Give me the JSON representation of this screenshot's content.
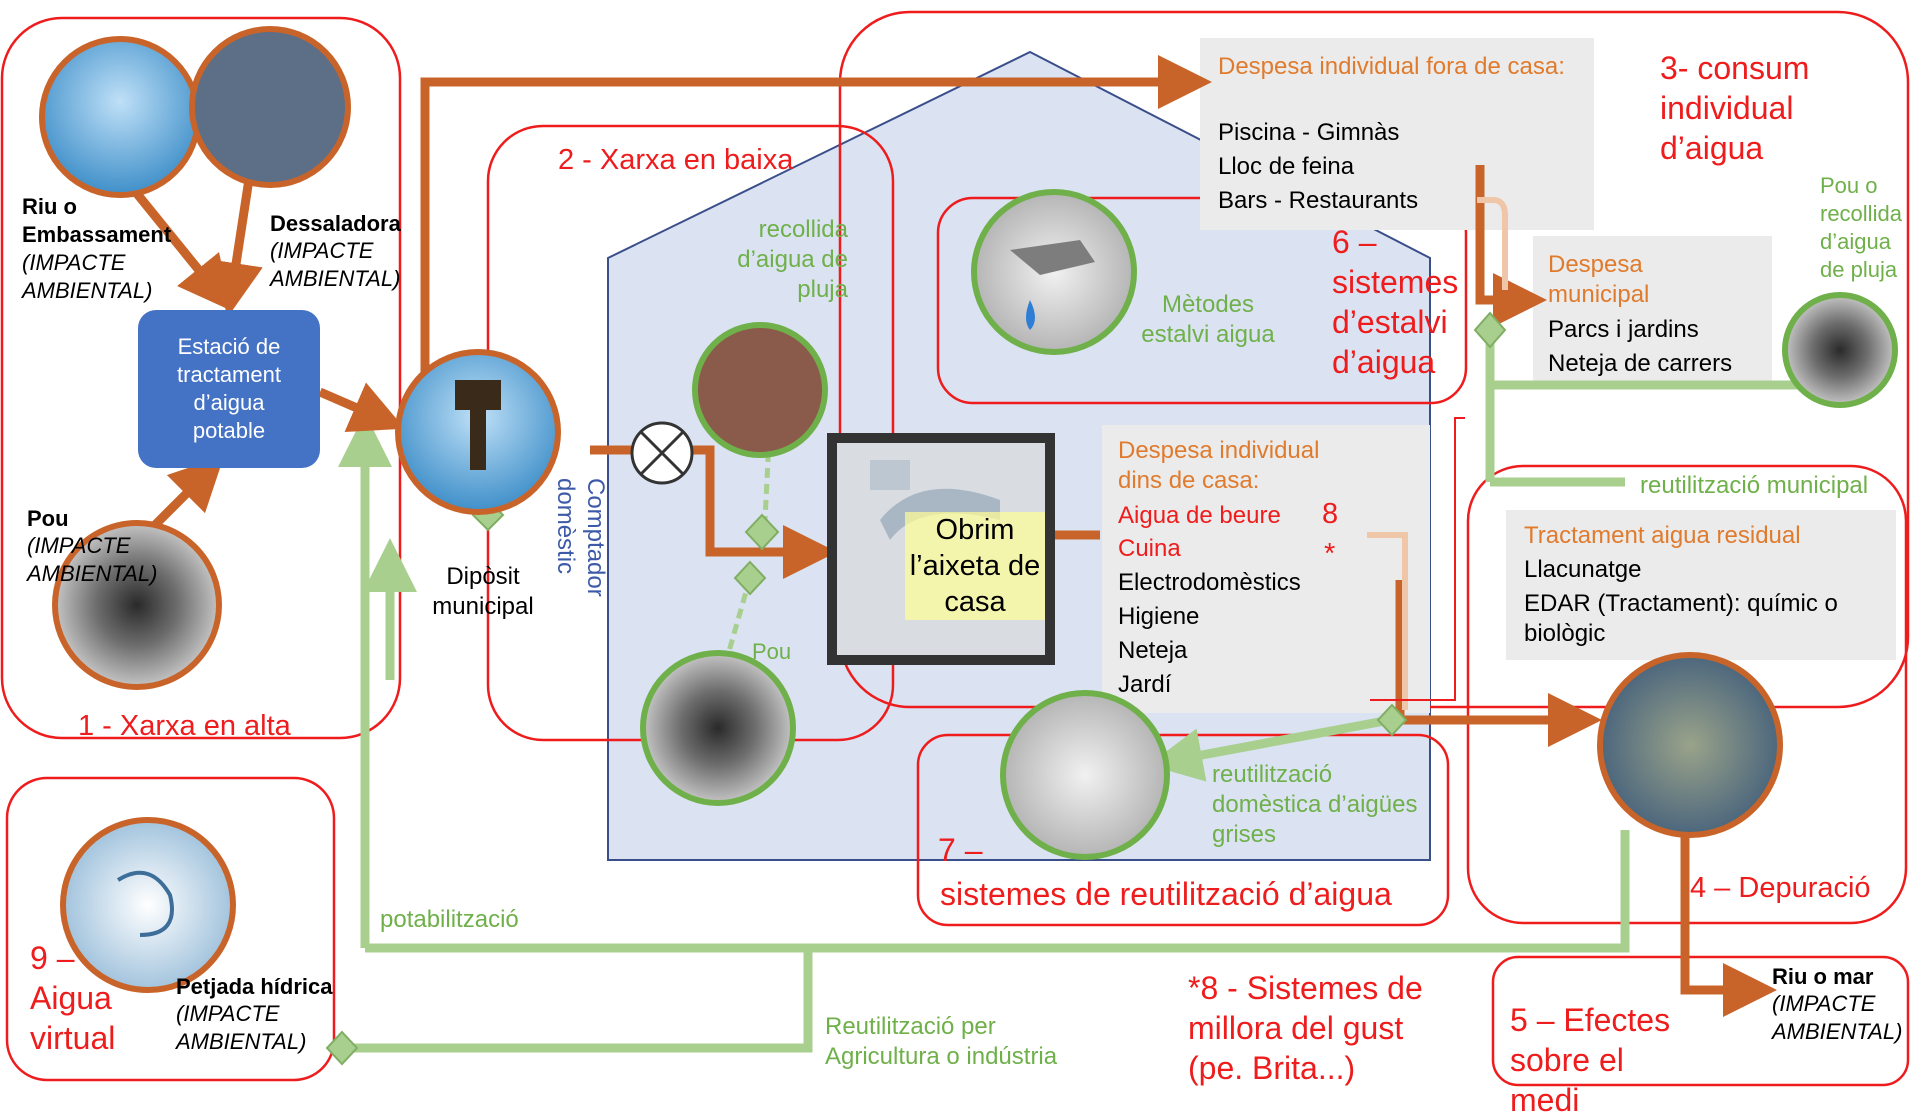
{
  "diagram": {
    "title_1": "1 - Xarxa en alta",
    "title_2": "2 - Xarxa en baixa",
    "title_3": "3- consum individual d’aigua",
    "title_4": "4 – Depuració",
    "title_5": "5 – Efectes sobre el medi",
    "title_6": "6 – sistemes d’estalvi d’aigua",
    "title_7a": "7 –",
    "title_7b": "sistemes de reutilització d’aigua",
    "title_8": "*8 - Sistemes de millora del gust (pe. Brita...)",
    "title_9": "9 – Aigua virtual",
    "riu_embassament": "Riu o Embassament",
    "dessaladora": "Dessaladora",
    "impacte": "(IMPACTE AMBIENTAL)",
    "pou_label": "Pou",
    "estacio": "Estació de tractament d’aigua potable",
    "diposit": "Dipòsit municipal",
    "comptador": "Comptador domèstic",
    "recollida_pluja": "recollida d’aigua de pluja",
    "pou_green": "Pou",
    "obrim": "Obrim l’aixeta de casa",
    "metodes": "Mètodes estalvi aigua",
    "despesa_fora_title": "Despesa individual fora de casa:",
    "despesa_fora_items": [
      "Piscina - Gimnàs",
      "Lloc de feina",
      "Bars - Restaurants"
    ],
    "despesa_municipal_title": "Despesa municipal",
    "despesa_municipal_items": [
      "Parcs i jardins",
      "Neteja de carrers"
    ],
    "pou_recollida": "Pou o recollida d’aigua de pluja",
    "despesa_dins_title": "Despesa individual dins de casa:",
    "dins_items_boxed": [
      "Aigua de beure",
      "Cuina"
    ],
    "dins_8": "8",
    "dins_star": "*",
    "dins_items": [
      "Electrodomèstics",
      "Higiene",
      "Neteja",
      "Jardí"
    ],
    "reutilitzacio_municipal": "reutilització municipal",
    "tractament_title": "Tractament aigua residual",
    "tractament_items": [
      "Llacunatge",
      "EDAR (Tractament): químic o biològic"
    ],
    "reutilitzacio_domestica": "reutilització domèstica d’aigües grises",
    "potabilitzacio": "potabilització",
    "petjada": "Petjada hídrica",
    "reutilitzacio_agri": "Reutilització per Agricultura o indústria",
    "riu_mar": "Riu o mar"
  },
  "colors": {
    "red": "#ee1c1c",
    "orange_arrow": "#c8642a",
    "green_line": "#a8cf8e",
    "house_fill": "#dbe3f3",
    "house_stroke": "#3a4f8a",
    "estacio_fill": "#4472c4"
  },
  "icons": [
    "faucet-icon",
    "water-tower-icon",
    "well-icon",
    "footprint-icon",
    "desalination-icon",
    "reservoir-icon",
    "treatment-plant-icon",
    "meter-icon",
    "greywater-icon",
    "rain-gutter-icon"
  ]
}
